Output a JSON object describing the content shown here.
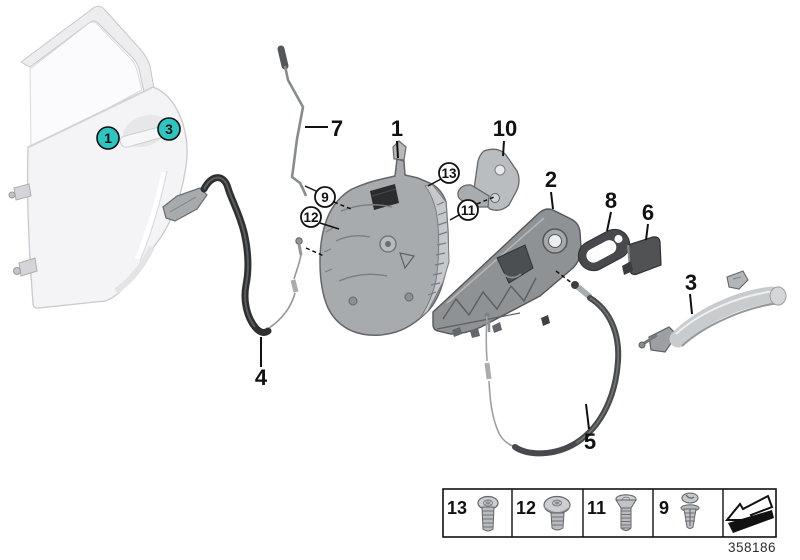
{
  "drawing_number": "358186",
  "colors": {
    "marker_teal": "#2cc5c0",
    "line": "#111111",
    "part_gray": "#a8abae",
    "carrier_gray": "#8f9295",
    "handle_silver": "#c9ccce",
    "cable_dark": "#2e3032"
  },
  "door_markers": [
    {
      "label": "1"
    },
    {
      "label": "3"
    }
  ],
  "part_labels": {
    "lock_actuator": "1",
    "handle_carrier": "2",
    "outer_handle": "3",
    "bowden_cable_inner": "4",
    "bowden_cable_rear": "5",
    "cover_cap": "6",
    "locking_rod": "7",
    "gasket": "8",
    "striker_bracket": "10"
  },
  "fastener_callouts": {
    "clip": "9",
    "countersunk_screw": "11",
    "fillister_screw": "12",
    "torx_screw": "13"
  },
  "legend": {
    "cells": [
      {
        "label": "13",
        "icon": "torx-pan-head-screw"
      },
      {
        "label": "12",
        "icon": "dome-head-screw"
      },
      {
        "label": "11",
        "icon": "countersunk-screw"
      },
      {
        "label": "9",
        "icon": "expansion-rivet"
      }
    ],
    "arrow_icon": "direction-arrow"
  }
}
